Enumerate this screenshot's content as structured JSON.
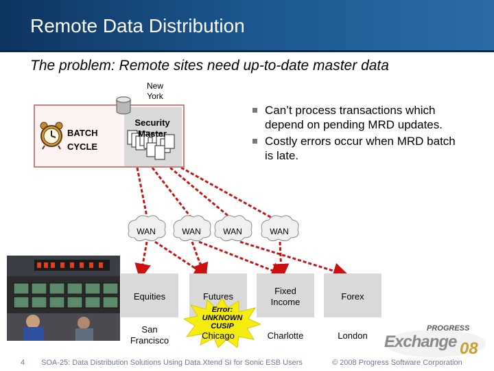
{
  "slide": {
    "title": "Remote Data Distribution",
    "subtitle": "The problem: Remote sites need up-to-date master data",
    "number": "4"
  },
  "source": {
    "site_label": "New\nYork",
    "batch_label": "BATCH\nCYCLE",
    "store_label": "Security\nMaster",
    "clock_icon": "alarm-clock-icon",
    "db_icon": "database-cylinder-icon"
  },
  "bullets": [
    "Can’t process transactions which depend on pending MRD updates.",
    "Costly errors occur when MRD batch is late."
  ],
  "wan_label": "WAN",
  "destinations": [
    {
      "name": "Equities",
      "city": "San\nFrancisco"
    },
    {
      "name": "Futures",
      "city": "Chicago"
    },
    {
      "name": "Fixed\nIncome",
      "city": "Charlotte"
    },
    {
      "name": "Forex",
      "city": "London"
    }
  ],
  "error_callout": "Error:\nUNKNOWN\nCUSIP",
  "footer": {
    "text": "SOA-25: Data Distribution Solutions Using Data.Xtend SI for Sonic ESB Users",
    "copyright": "© 2008 Progress Software Corporation"
  },
  "logo": {
    "progress": "PROGRESS",
    "exchange": "Exchange",
    "year": "08"
  },
  "colors": {
    "title_bar": "#1d5a93",
    "arrow": "#cc1111",
    "burst": "#f5ec10",
    "box_gray": "#d9d9d9"
  }
}
